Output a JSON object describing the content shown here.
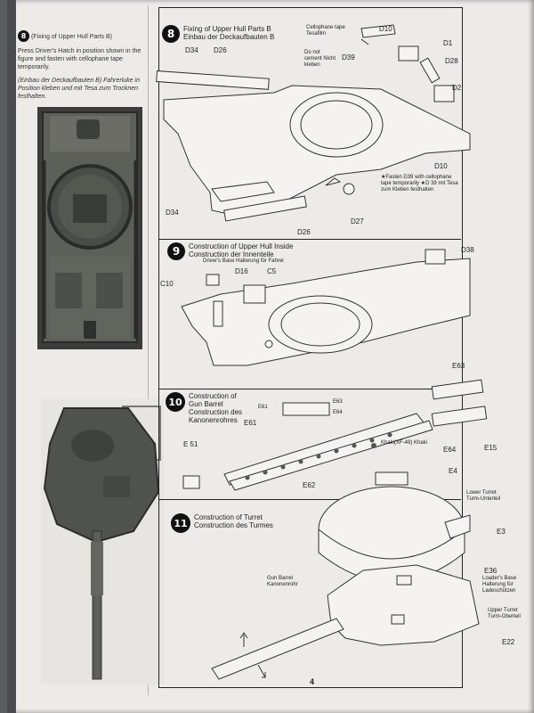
{
  "left": {
    "step_number": "8",
    "step_title": "(Fixing of Upper Hull Parts B)",
    "instruction_en": "Press Driver's Hatch in position shown in the figure and fasten with cellophane tape temporarily.",
    "instruction_de": "(Einbau der Deckaufbauten B) Fahrerluke in Position kleben und mit Tesa zum Trocknen festhalten."
  },
  "steps": [
    {
      "number": "8",
      "title_en": "Fixing of Upper Hull Parts B",
      "title_de": "Einbau der Deckaufbauten B"
    },
    {
      "number": "9",
      "title_en": "Construction of Upper Hull Inside",
      "title_de": "Construction der Innenteile"
    },
    {
      "number": "10",
      "title_en": "Construction of Gun Barrel",
      "title_de": "Construction des Kanonenrohres"
    },
    {
      "number": "11",
      "title_en": "Construction of Turret",
      "title_de": "Construction des Turmes"
    }
  ],
  "labels": {
    "cellophane": "Cellophane tape Tesafilm",
    "do_not_cement": "Do not cement Nicht kleben",
    "d10": "D10",
    "d1": "D1",
    "d28": "D28",
    "d2": "D2",
    "d34": "D34",
    "d26": "D26",
    "d39": "D39",
    "d27": "D27",
    "d38": "D38",
    "d16": "D16",
    "c5": "C5",
    "c10": "C10",
    "fasten_note": "★Fasten D39 with cellophane tape temporarily ★D 39 mit Tesa zum Kleben festhalten",
    "drivers_base": "Driver's Base  Halterung für Fahrer",
    "e63": "E63",
    "e61": "E61",
    "e64": "E64",
    "e15": "E15",
    "e51": "E 51",
    "e62": "E62",
    "e4": "E4",
    "e3": "E3",
    "e36": "E36",
    "e22": "E22",
    "khaki": "Khaki(XF-49) Khaki",
    "lower_turret": "Lower Turret Turm-Unterteil",
    "loaders_base": "Loader's Base Halterung für Ladeschützen",
    "upper_turret": "Upper Turret Turm-Oberteil",
    "gun_barrel": "Gun Barrel Kanonenrohr"
  },
  "page_number": "4"
}
